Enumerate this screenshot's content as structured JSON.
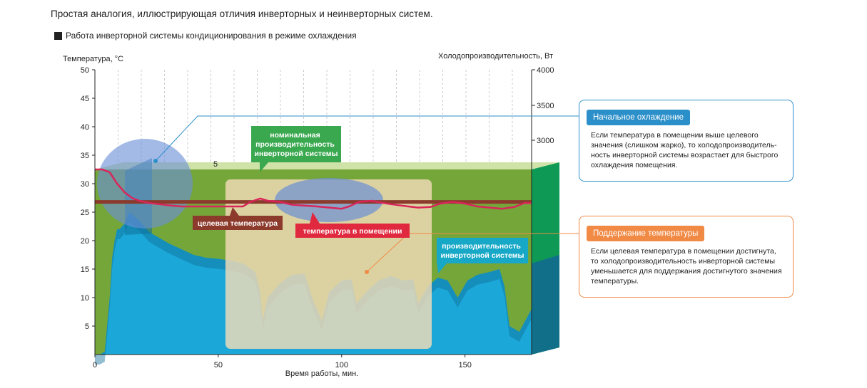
{
  "header": {
    "title": "Простая аналогия, иллюстрирующая отличия инверторных и неинверторных систем.",
    "subtitle": "Работа инверторной системы кондиционирования в режиме охлаждения"
  },
  "colors": {
    "green_band": "#74a63a",
    "blue_fill": "#1ba8d8",
    "room_line": "#d9255a",
    "target_line": "#8b3a2c",
    "panel_blue": "#2b8fc9",
    "panel_orange": "#f08a45"
  },
  "chart_data": {
    "type": "area",
    "xlabel": "Время работы, мин.",
    "ylabel_left": "Температура, °C",
    "ylabel_right": "Холодопроизводительность, Вт",
    "xlim": [
      0,
      177
    ],
    "ylim_left": [
      0,
      50
    ],
    "x_ticks": [
      "0",
      "50",
      "100",
      "150"
    ],
    "y_ticks_left": [
      "5",
      "10",
      "15",
      "20",
      "25",
      "30",
      "35",
      "40",
      "45",
      "50"
    ],
    "y_ticks_right": [
      "3000",
      "3500",
      "4000"
    ],
    "stray_label": "5",
    "nominal_capacity_level": 32.5,
    "target_temperature": 26.8,
    "room_temperature": {
      "x": [
        0,
        3,
        6,
        9,
        12,
        15,
        18,
        22,
        26,
        30,
        35,
        40,
        50,
        60,
        63,
        67,
        70,
        75,
        80,
        90,
        100,
        103,
        107,
        112,
        117,
        120,
        127,
        131,
        136,
        140,
        145,
        150,
        155,
        160,
        165,
        170,
        174,
        177
      ],
      "y": [
        32.5,
        32.5,
        32.0,
        30.0,
        28.5,
        27.5,
        27.0,
        26.6,
        26.4,
        26.2,
        26.0,
        26.0,
        26.0,
        26.0,
        26.8,
        27.4,
        27.0,
        26.8,
        26.3,
        26.0,
        25.6,
        26.0,
        26.8,
        27.0,
        26.6,
        26.4,
        26.0,
        25.8,
        25.9,
        26.5,
        26.8,
        26.5,
        26.0,
        25.8,
        25.6,
        25.9,
        26.6,
        26.6
      ]
    },
    "inverter_capacity": {
      "x": [
        0,
        2,
        4,
        6,
        7,
        8,
        9,
        10,
        12,
        14,
        18,
        22,
        26,
        30,
        35,
        40,
        45,
        50,
        55,
        60,
        65,
        67,
        68,
        70,
        75,
        80,
        85,
        88,
        92,
        95,
        100,
        104,
        106,
        110,
        115,
        120,
        125,
        129,
        131,
        135,
        139,
        143,
        147,
        151,
        155,
        160,
        164,
        166,
        168,
        172,
        177
      ],
      "y": [
        0,
        0,
        0.5,
        10,
        17,
        20,
        22,
        22,
        23,
        25,
        23.5,
        21.5,
        20.5,
        19.5,
        18.5,
        17.5,
        17,
        16.8,
        16.5,
        16,
        14.5,
        11,
        6,
        10,
        12.5,
        14,
        14.2,
        10,
        6,
        11,
        13,
        13.2,
        9,
        11,
        13,
        13.8,
        13,
        13.2,
        9,
        12,
        13.5,
        13,
        10,
        13,
        14,
        14.5,
        15,
        12,
        5,
        4,
        8
      ]
    },
    "grid": "vertical dashed",
    "annotations": {
      "nominal_capacity": "номинальная производительность инверторной системы",
      "target_temperature": "целевая температура",
      "room_temperature": "температура в помещении",
      "inverter_capacity": "производительность инверторной системы"
    }
  },
  "panels": {
    "initial": {
      "title": "Начальное охлаждение",
      "body": "Если температура в помещении выше целевого значения (слишком жарко), то холодопроизводитель-ность инверторной системы возрастает для быстрого охлаждения помещения."
    },
    "maintain": {
      "title": "Поддержание температуры",
      "body": "Если целевая температура в помещении достигнута, то холодопроизводительность инверторной системы уменьшается для поддержания достигнутого значения температуры."
    }
  }
}
